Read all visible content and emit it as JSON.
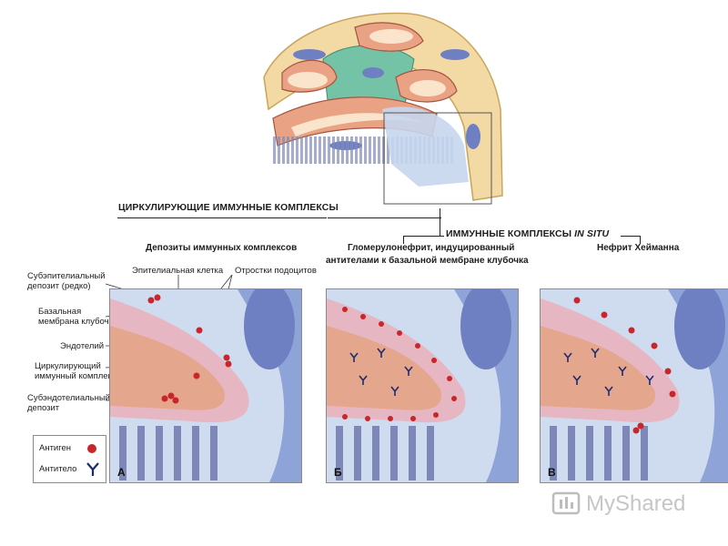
{
  "headings": {
    "circulating": "ЦИРКУЛИРУЮЩИЕ ИММУННЫЕ КОМПЛЕКСЫ",
    "insitu_main": "ИММУННЫЕ КОМПЛЕКСЫ",
    "insitu_em": "IN SITU"
  },
  "subheadings": {
    "deposits": "Депозиты иммунных комплексов",
    "gn_line1": "Гломерулонефрит, индуцированный",
    "gn_line2": "антителами к базальной мембране клубочка",
    "heymann": "Нефрит Хейманна"
  },
  "labels": {
    "subepithelial_1": "Субэпителиальный",
    "subepithelial_2": "депозит (редко)",
    "epithelial_cell": "Эпителиальная клетка",
    "podocyte_processes": "Отростки подоцитов",
    "basal_1": "Базальная",
    "basal_2": "мембрана клубочка",
    "endothelium": "Эндотелий",
    "circ_1": "Циркулирующий",
    "circ_2": "иммунный комплекс",
    "subendo_1": "Субэндотелиальный",
    "subendo_2": "депозит"
  },
  "legend": {
    "antigen": "Антиген",
    "antibody": "Антитело"
  },
  "panels": [
    "А",
    "Б",
    "В"
  ],
  "watermark": "MyShared",
  "colors": {
    "membrane": "#e7b6c3",
    "cytoplasm": "#e4a68c",
    "background": "#cfdcef",
    "cell_blue": "#6f80c2",
    "antigen": "#c8262b",
    "antibody": "#1e2b6e"
  }
}
